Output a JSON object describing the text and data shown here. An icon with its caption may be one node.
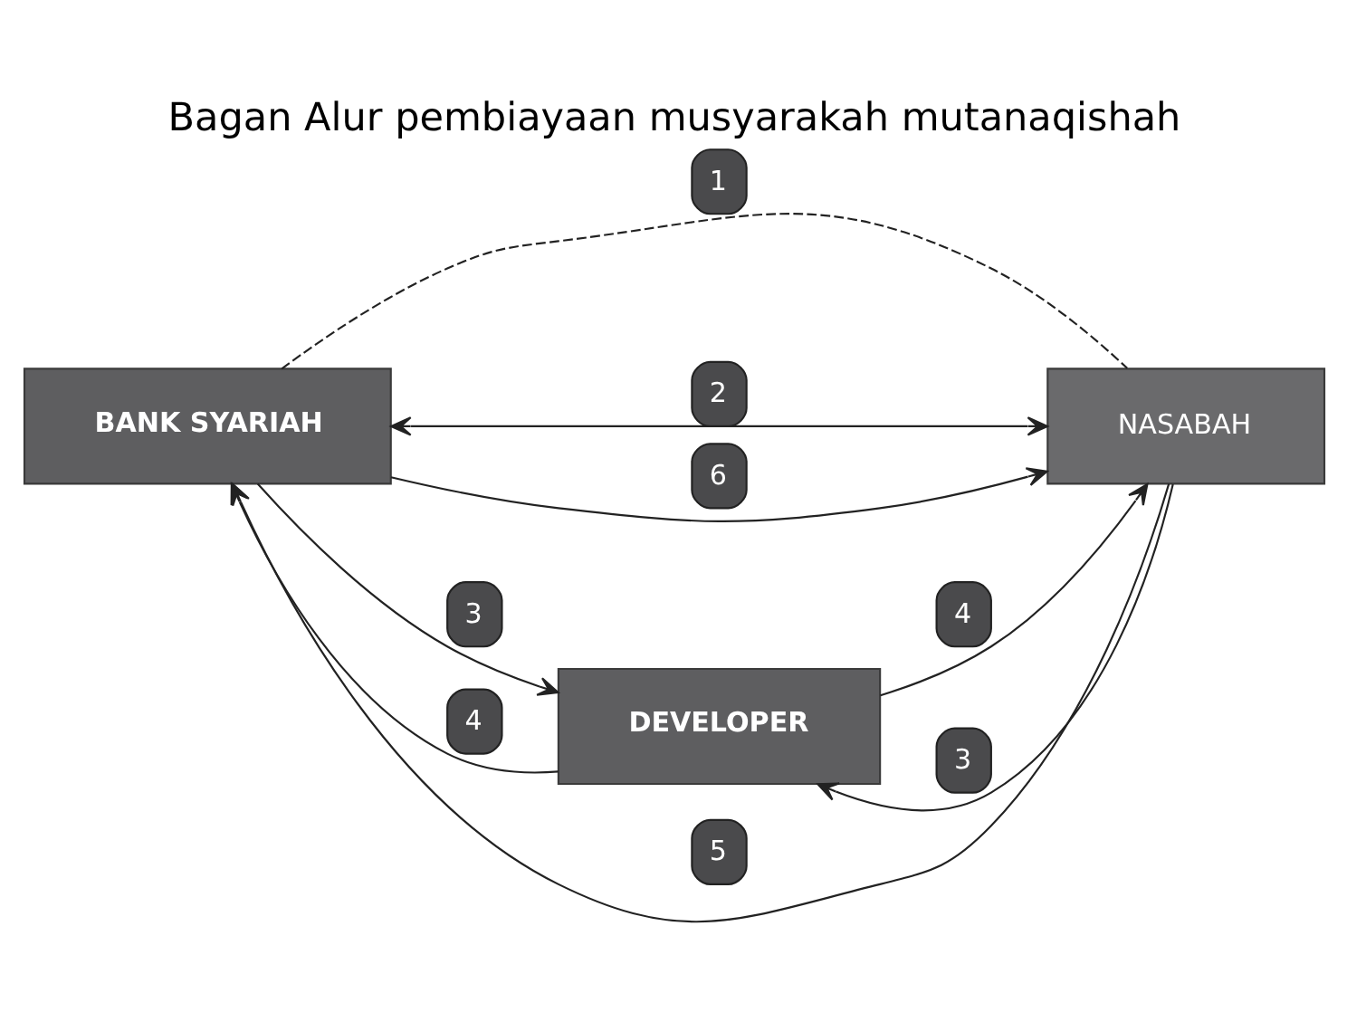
{
  "diagram": {
    "title": "Bagan Alur pembiayaan musyarakah mutanaqishah",
    "nodes": [
      {
        "text": [
          "BANK SYARIAH"
        ]
      },
      {
        "text": [
          "NASABAH"
        ]
      },
      {
        "text": [
          "DEVELOPER"
        ]
      }
    ],
    "edges": [
      {
        "from": 0,
        "to": 1,
        "arrow": "none",
        "label": "1",
        "style": "dashed"
      },
      {
        "from": 0,
        "to": 1,
        "arrow": "both",
        "label": "2"
      },
      {
        "from": 0,
        "to": 2,
        "arrow": "to",
        "label": "3"
      },
      {
        "from": 1,
        "to": 2,
        "arrow": "to",
        "label": "3"
      },
      {
        "from": 2,
        "to": 0,
        "arrow": "to",
        "label": "4"
      },
      {
        "from": 2,
        "to": 1,
        "arrow": "to",
        "label": "4"
      },
      {
        "from": 1,
        "to": 0,
        "arrow": "to",
        "label": "5"
      },
      {
        "from": 0,
        "to": 1,
        "arrow": "to",
        "label": "6"
      }
    ]
  }
}
